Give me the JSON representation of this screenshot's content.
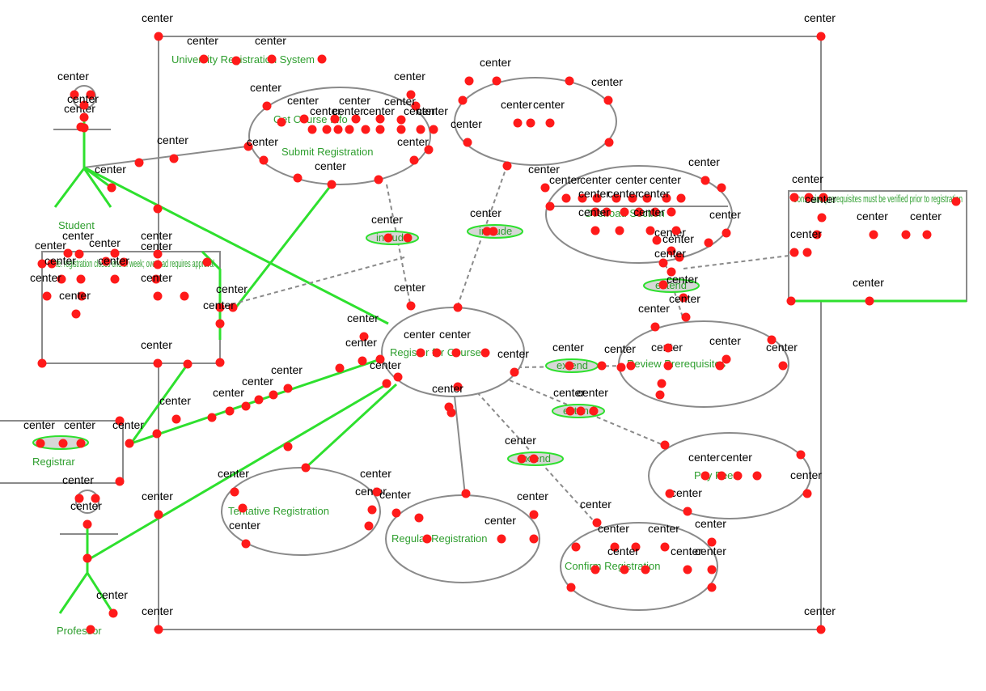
{
  "marker_label": "center",
  "colors": {
    "stroke": "#8a8a8a",
    "highlight": "#2ee02e",
    "marker": "#ff1a1a"
  },
  "system": {
    "title": "University Registration System"
  },
  "actors": {
    "student": "Student",
    "professor": "Professor"
  },
  "use_cases": {
    "submit_registration": "Submit Registration",
    "get_course_info": "Get Course Info",
    "register_for_course": "Register for Course",
    "review_prerequisites": "Review Prerequisites",
    "pay_fees": "Pay Fees",
    "tentative_registration": "Tentative Registration",
    "regular_registration": "Regular Registration",
    "confirm_registration": "Confirm Registration",
    "overload_section": "Overload Section"
  },
  "stereotypes": {
    "include": "include",
    "extend": "extend"
  },
  "notes": {
    "left": "Note: registration closes end of week; overload requires approval",
    "right": "Constraint: prerequisites must be verified prior to registration"
  },
  "external": {
    "label": "Registrar"
  }
}
